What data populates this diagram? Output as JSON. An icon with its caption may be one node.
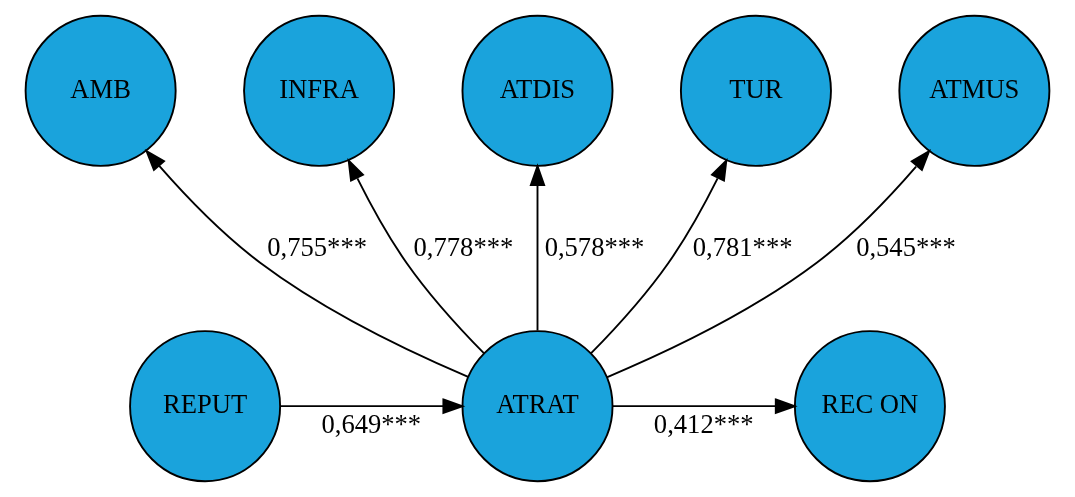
{
  "diagram": {
    "nodes": [
      {
        "text": [
          "AMB"
        ]
      },
      {
        "text": [
          "INFRA"
        ]
      },
      {
        "text": [
          "ATDIS"
        ]
      },
      {
        "text": [
          "TUR"
        ]
      },
      {
        "text": [
          "ATMUS"
        ]
      },
      {
        "text": [
          "REPUT"
        ]
      },
      {
        "text": [
          "ATRAT"
        ]
      },
      {
        "text": [
          "REC ON"
        ]
      }
    ],
    "edges": [
      {
        "from": 5,
        "to": 6,
        "arrow": "to",
        "label": "0,649***"
      },
      {
        "from": 6,
        "to": 7,
        "arrow": "to",
        "label": "0,412***"
      },
      {
        "from": 6,
        "to": 3,
        "arrow": "to",
        "label": "0,781***"
      },
      {
        "from": 6,
        "to": 1,
        "arrow": "to",
        "label": "0,778***"
      },
      {
        "from": 6,
        "to": 0,
        "arrow": "to",
        "label": "0,755***"
      },
      {
        "from": 6,
        "to": 2,
        "arrow": "to",
        "label": "0,578***"
      },
      {
        "from": 6,
        "to": 4,
        "arrow": "to",
        "label": "0,545***"
      }
    ]
  }
}
